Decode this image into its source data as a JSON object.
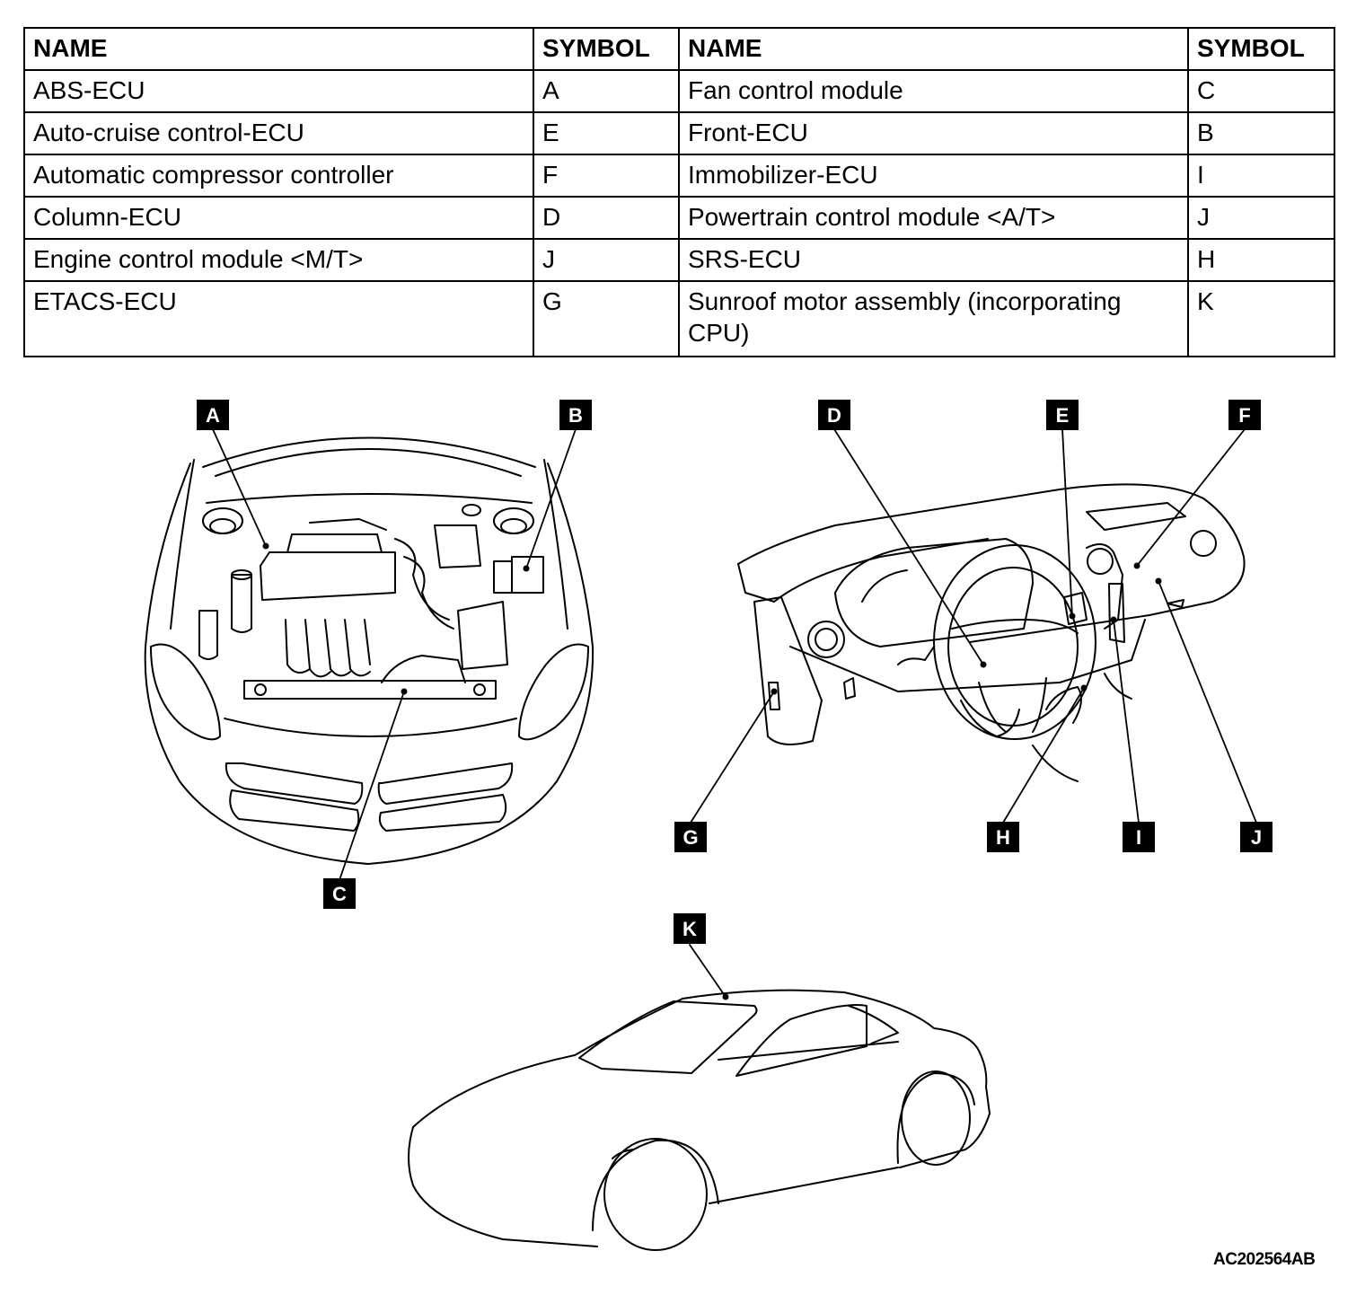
{
  "table": {
    "headers": [
      "NAME",
      "SYMBOL",
      "NAME",
      "SYMBOL"
    ],
    "rows": [
      [
        "ABS-ECU",
        "A",
        "Fan control module",
        "C"
      ],
      [
        "Auto-cruise control-ECU",
        "E",
        "Front-ECU",
        "B"
      ],
      [
        "Automatic compressor controller",
        "F",
        "Immobilizer-ECU",
        "I"
      ],
      [
        "Column-ECU",
        "D",
        "Powertrain control module <A/T>",
        "J"
      ],
      [
        "Engine control module <M/T>",
        "J",
        "SRS-ECU",
        "H"
      ],
      [
        "ETACS-ECU",
        "G",
        "Sunroof motor assembly (incorporating CPU)",
        "K"
      ]
    ]
  },
  "callouts": {
    "A": "A",
    "B": "B",
    "C": "C",
    "D": "D",
    "E": "E",
    "F": "F",
    "G": "G",
    "H": "H",
    "I": "I",
    "J": "J",
    "K": "K"
  },
  "reference_code": "AC202564AB"
}
